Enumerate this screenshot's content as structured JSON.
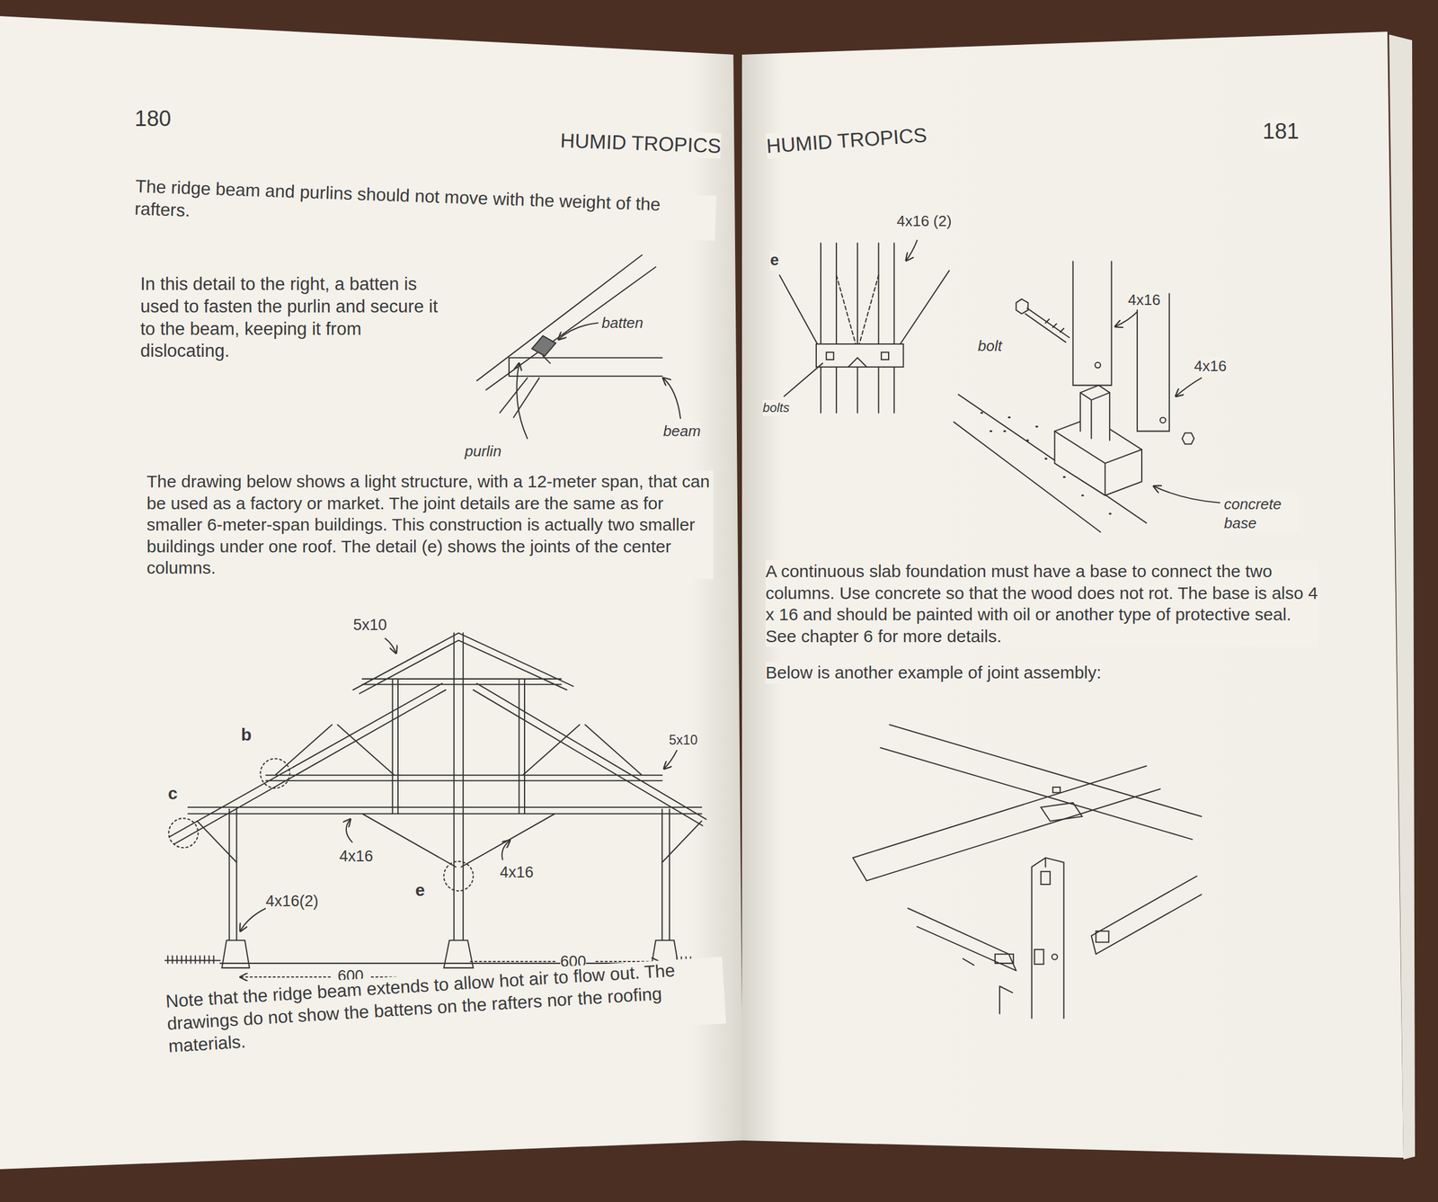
{
  "diagram": {
    "labels": [
      "180",
      "HUMID TROPICS",
      "The ridge beam and purlins should not move with the weight of the rafters.",
      "In this detail to the right, a batten is used to fasten the purlin and secure it to the beam, keeping it from dislocating.",
      "batten",
      "beam",
      "purlin",
      "The drawing below shows a light structure, with a 12-meter span, that can be used as a factory or market. The joint details are the same as for smaller 6-meter-span buildings. This construction is actually two smaller buildings under one roof. The detail (e) shows the joints of the center columns.",
      "5x10",
      "b",
      "5x10",
      "c",
      "4x16",
      "4x16",
      "e",
      "4x16(2)",
      "600",
      "600",
      "Note that the ridge beam extends to allow hot air to flow out. The drawings do not show the battens on the rafters nor the roofing materials.",
      "HUMID TROPICS",
      "181",
      "4x16 (2)",
      "e",
      "bolts",
      "4x16",
      "bolt",
      "4x16",
      "concrete base",
      "A continuous slab foundation must have a base to connect the two columns. Use concrete so that the wood does not rot. The base is also 4 x 16 and should be painted with oil or another type of protective seal. See chapter 6 for more details.",
      "Below is another example of joint assembly:"
    ]
  }
}
